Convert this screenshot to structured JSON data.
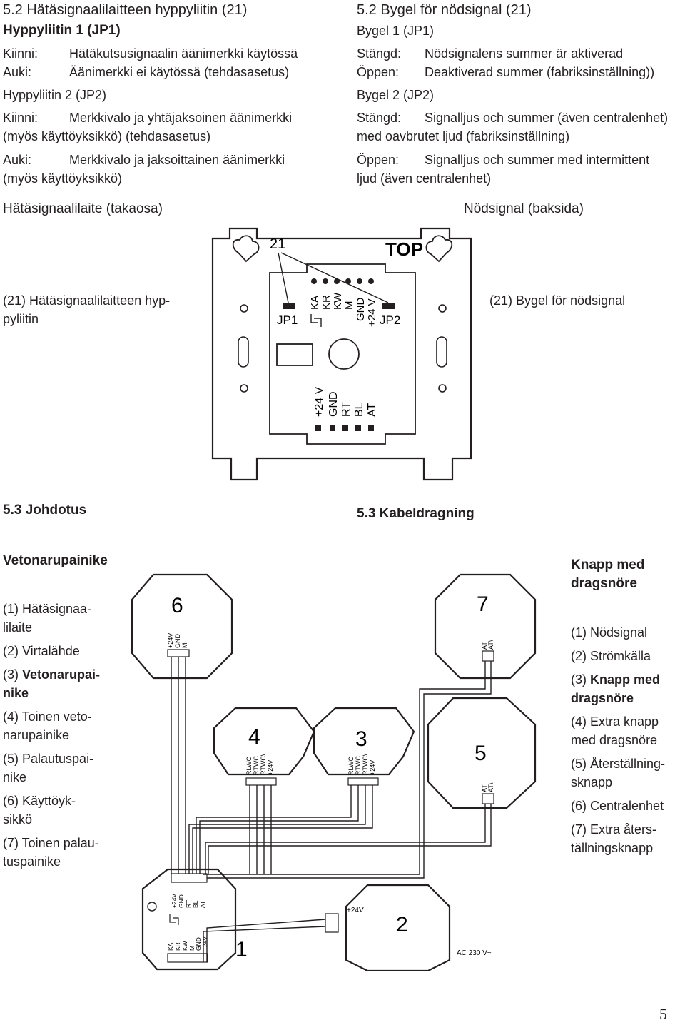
{
  "fi": {
    "heading": "5.2 Hätäsignaalilaitteen hyppyliitin (21)",
    "jp1_heading": "Hyppyliitin 1 (JP1)",
    "jp1_closed_key": "Kiinni:",
    "jp1_closed_val": "Hätäkutsusignaalin äänimerkki käytössä",
    "jp1_open_key": "Auki:",
    "jp1_open_val": "Äänimerkki ei käytössä (tehdasasetus)",
    "jp2_heading": "Hyppyliitin 2 (JP2)",
    "jp2_closed_key": "Kiinni:",
    "jp2_closed_val1": "Merkkivalo ja yhtäjaksoinen äänimerkki",
    "jp2_closed_val2": "(myös käyttöyksikkö) (tehdasasetus)",
    "jp2_open_key": "Auki:",
    "jp2_open_val1": "Merkkivalo ja jaksoittainen äänimerkki",
    "jp2_open_val2": "(myös käyttöyksikkö)",
    "device_caption": "Hätäsignaalilaite (takaosa)",
    "jumper_caption_1": "(21) Hätäsignaalilaitteen hyp-",
    "jumper_caption_2": "pyliitin",
    "wiring_heading": "5.3 Johdotus",
    "pull_heading": "Vetonarupainike",
    "legend": [
      {
        "text": "(1) Hätäsignaa-",
        "text2": "lilaite"
      },
      {
        "text": "(2) Virtalähde"
      },
      {
        "text": "(3) Vetonarupai-",
        "text2": "nike",
        "bold": true
      },
      {
        "text": "(4) Toinen veto-",
        "text2": "narupainike"
      },
      {
        "text": "(5) Palautuspai-",
        "text2": "nike"
      },
      {
        "text": "(6) Käyttöyk-",
        "text2": "sikkö"
      },
      {
        "text": "(7) Toinen palau-",
        "text2": "tuspainike"
      }
    ]
  },
  "sv": {
    "heading": "5.2 Bygel för nödsignal (21)",
    "jp1_heading": "Bygel 1 (JP1)",
    "jp1_closed_key": "Stängd:",
    "jp1_closed_val": "Nödsignalens summer är aktiverad",
    "jp1_open_key": "Öppen:",
    "jp1_open_val": "Deaktiverad summer (fabriksinställning))",
    "jp2_heading": "Bygel 2 (JP2)",
    "jp2_closed_key": "Stängd:",
    "jp2_closed_val1": "Signalljus och summer (även centralenhet)",
    "jp2_closed_val2": "med oavbrutet ljud (fabriksinställning)",
    "jp2_open_key": "Öppen:",
    "jp2_open_val1": "Signalljus och summer med intermittent",
    "jp2_open_val2": "ljud (även centralenhet)",
    "device_caption": "Nödsignal (baksida)",
    "jumper_caption": "(21) Bygel för nödsignal",
    "wiring_heading": "5.3 Kabeldragning",
    "pull_heading_1": "Knapp med",
    "pull_heading_2": "dragsnöre",
    "legend": [
      {
        "text": "(1) Nödsignal"
      },
      {
        "text": "(2) Strömkälla"
      },
      {
        "text": "(3) Knapp med",
        "text2": "dragsnöre",
        "bold": true
      },
      {
        "text": "(4) Extra knapp",
        "text2": "med dragsnöre"
      },
      {
        "text": "(5) Återställning-",
        "text2": "sknapp"
      },
      {
        "text": "(6) Centralenhet"
      },
      {
        "text": "(7) Extra åters-",
        "text2": "tällningsknapp"
      }
    ]
  },
  "diagram_device": {
    "label_21": "21",
    "label_top": "TOP",
    "label_jp1": "JP1",
    "label_jp2": "JP2",
    "top_terminals": [
      "KA",
      "KR",
      "KW",
      "M",
      "GND",
      "+24 V"
    ],
    "bottom_terminals": [
      "+24 V",
      "GND",
      "RT",
      "BL",
      "AT"
    ]
  },
  "diagram_wiring": {
    "unit6": {
      "num": "6",
      "terminals": [
        "+24V",
        "GND",
        "M"
      ]
    },
    "unit7": {
      "num": "7",
      "terminals": [
        "AT",
        "AT\\"
      ]
    },
    "unit4": {
      "num": "4",
      "terminals": [
        "RLWC",
        "RTWC",
        "RTWC\\",
        "+24V"
      ]
    },
    "unit3": {
      "num": "3",
      "terminals": [
        "RLWC",
        "RTWC",
        "RTWC\\",
        "+24V"
      ]
    },
    "unit5": {
      "num": "5",
      "terminals": [
        "AT",
        "AT\\"
      ]
    },
    "unit1": {
      "num": "1",
      "top_terminals": [
        "+24V",
        "GND",
        "RT",
        "BL",
        "AT"
      ],
      "bottom_terminals": [
        "KA",
        "KR",
        "KW",
        "M",
        "GND",
        "+24V"
      ]
    },
    "unit2": {
      "num": "2",
      "supply_label": "+24V",
      "ac_label": "AC 230 V~"
    }
  },
  "page_number": "5"
}
